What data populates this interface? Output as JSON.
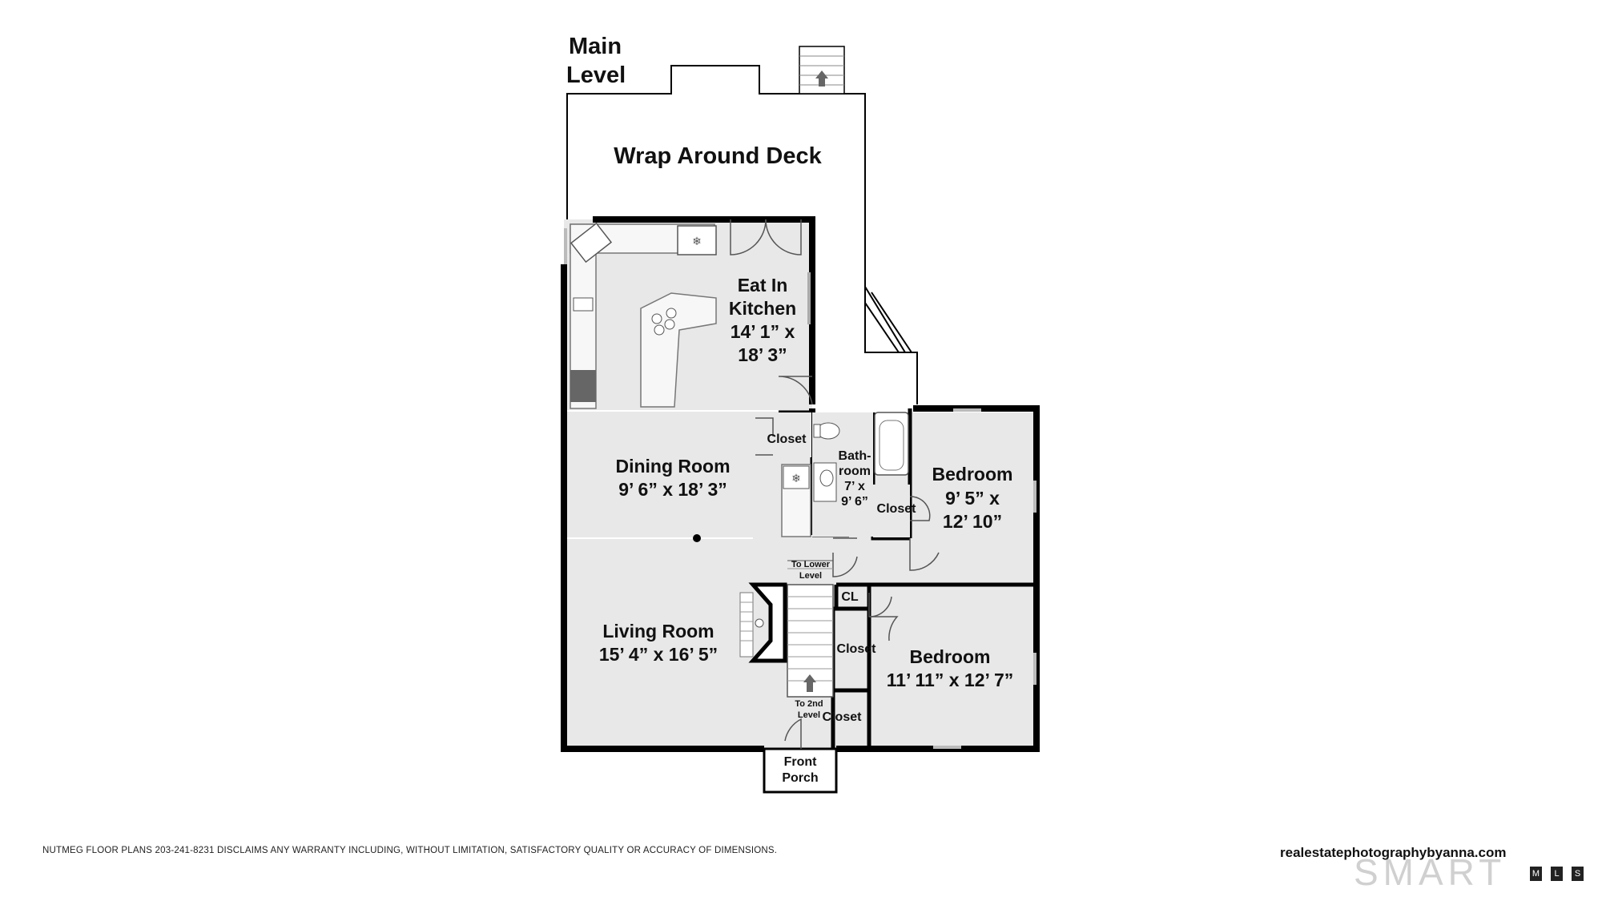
{
  "level_title": [
    "Main",
    "Level"
  ],
  "rooms": {
    "deck": "Wrap Around Deck",
    "kitchen": [
      "Eat In",
      "Kitchen",
      "14’ 1” x",
      "18’ 3”"
    ],
    "dining": [
      "Dining Room",
      "9’ 6” x 18’ 3”"
    ],
    "living": [
      "Living Room",
      "15’ 4” x 16’ 5”"
    ],
    "bathroom": [
      "Bath-",
      "room",
      "7’ x",
      "9’ 6”"
    ],
    "bedroom_1": [
      "Bedroom",
      "9’ 5” x",
      "12’ 10”"
    ],
    "bedroom_2": [
      "Bedroom",
      "11’ 11” x 12’ 7”"
    ],
    "front_porch": [
      "Front",
      "Porch"
    ]
  },
  "small_labels": {
    "closet_dining": "Closet",
    "closet_bedroom1": "Closet",
    "closet_bedroom2": "Closet",
    "closet_entry": "Closet",
    "cl": "CL",
    "to_lower": [
      "To Lower",
      "Level"
    ],
    "to_second": [
      "To 2nd",
      "Level"
    ]
  },
  "footer": {
    "disclaimer": "NUTMEG FLOOR PLANS 203-241-8231 DISCLAIMS ANY WARRANTY INCLUDING, WITHOUT LIMITATION, SATISFACTORY QUALITY OR ACCURACY OF DIMENSIONS.",
    "website": "realestatephotographybyanna.com",
    "watermark": "SMART",
    "watermark_letters": [
      "M",
      "L",
      "S"
    ]
  },
  "colors": {
    "floor": "#e8e8e8",
    "wall": "#000000",
    "deck": "#ffffff"
  }
}
